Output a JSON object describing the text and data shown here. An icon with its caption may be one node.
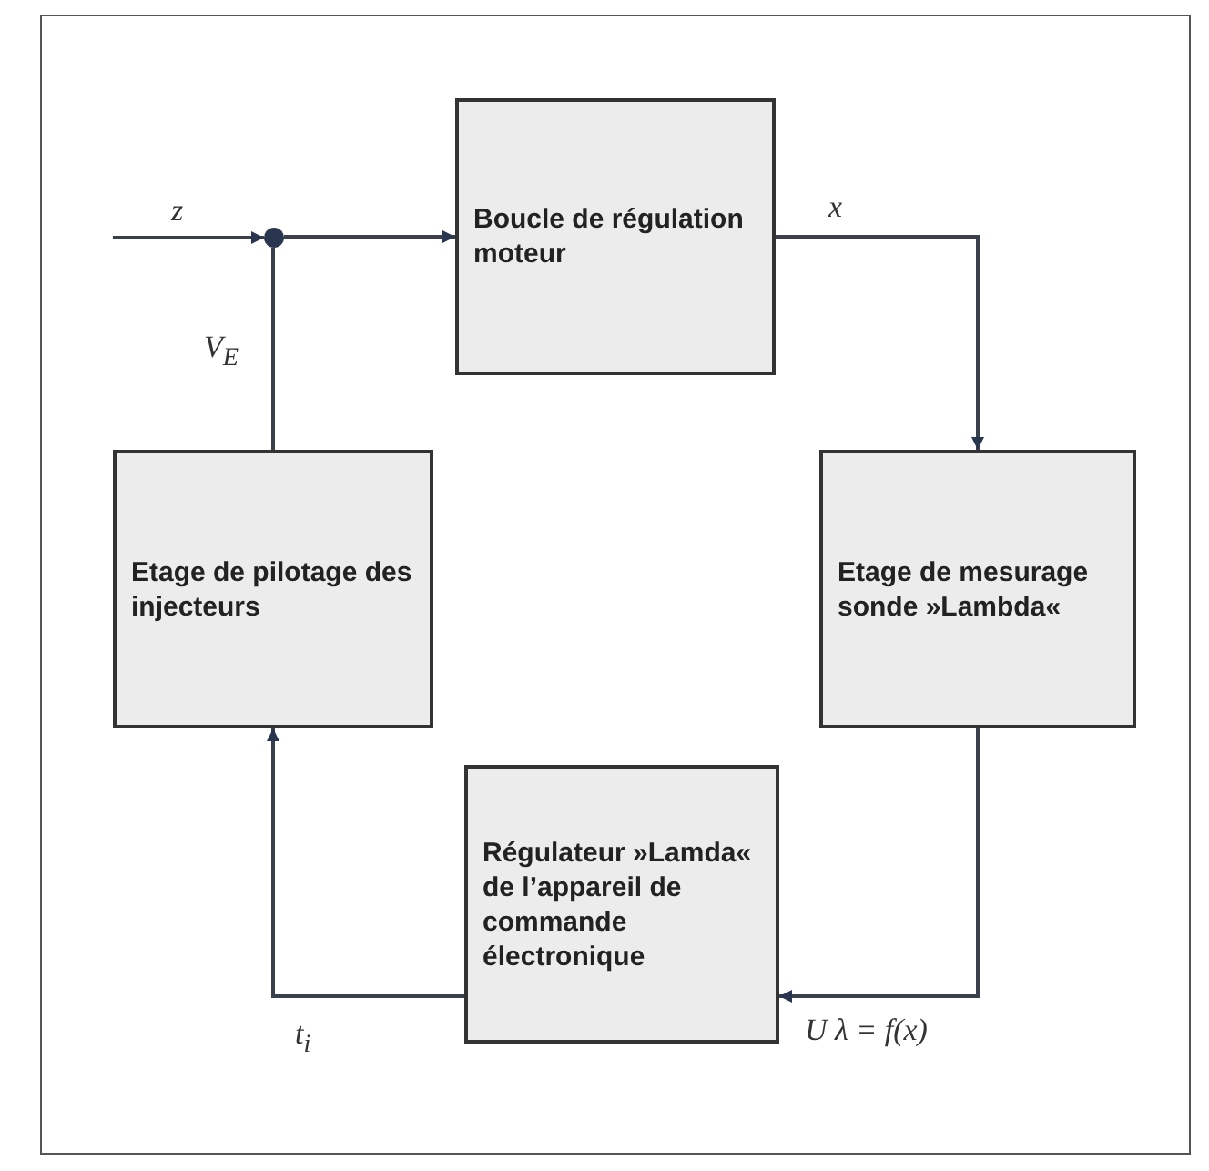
{
  "diagram": {
    "nodes": [
      {
        "text": [
          "Boucle de régulation moteur"
        ]
      },
      {
        "text": [
          "Etage de mesurage sonde »Lambda«"
        ]
      },
      {
        "text": [
          "Régulateur »Lamda« de l’appareil de commande électronique"
        ]
      },
      {
        "text": [
          "Etage de pilotage des injecteurs"
        ]
      },
      {
        "text": [],
        "shape": "circle"
      }
    ],
    "edges": [
      {
        "from": null,
        "to": 4,
        "arrow": "to",
        "label": "z"
      },
      {
        "from": 4,
        "to": 0,
        "arrow": "to"
      },
      {
        "from": 0,
        "to": 1,
        "arrow": "to",
        "label": "x"
      },
      {
        "from": 1,
        "to": 2,
        "arrow": "to",
        "label": "U λ = f(x)"
      },
      {
        "from": 2,
        "to": 3,
        "arrow": "to",
        "label": "t$_{i}$"
      },
      {
        "from": 3,
        "to": 4,
        "arrow": "none",
        "label": "V$_{E}$"
      }
    ]
  }
}
